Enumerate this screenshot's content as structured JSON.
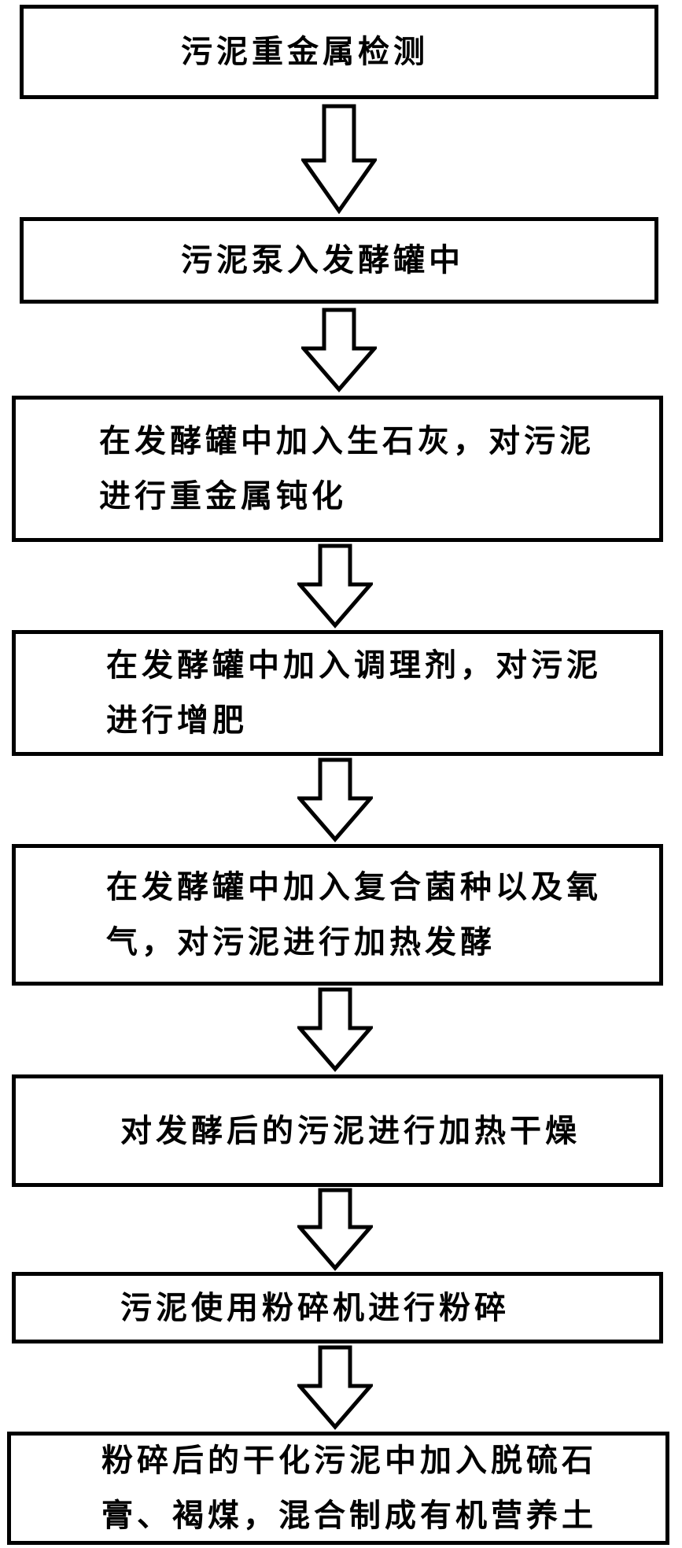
{
  "flowchart": {
    "steps": [
      "污泥重金属检测",
      "污泥泵入发酵罐中",
      "在发酵罐中加入生石灰，对污泥进行重金属钝化",
      "在发酵罐中加入调理剂，对污泥进行增肥",
      "在发酵罐中加入复合菌种以及氧气，对污泥进行加热发酵",
      "对发酵后的污泥进行加热干燥",
      "污泥使用粉碎机进行粉碎",
      "粉碎后的干化污泥中加入脱硫石膏、褐煤，混合制成有机营养土"
    ]
  },
  "colors": {
    "stroke": "#000000",
    "fill": "#ffffff"
  },
  "icons": {
    "connector": "hollow-down-arrow-icon"
  }
}
